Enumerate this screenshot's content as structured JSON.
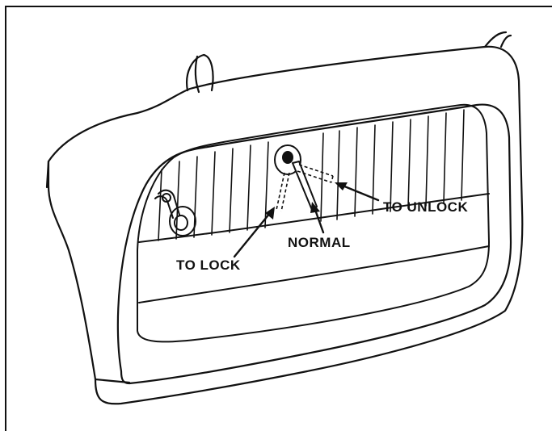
{
  "labels": {
    "to_unlock": "TO UNLOCK",
    "normal": "NORMAL",
    "to_lock": "TO LOCK"
  },
  "colors": {
    "ink": "#111111",
    "paper": "#ffffff"
  }
}
